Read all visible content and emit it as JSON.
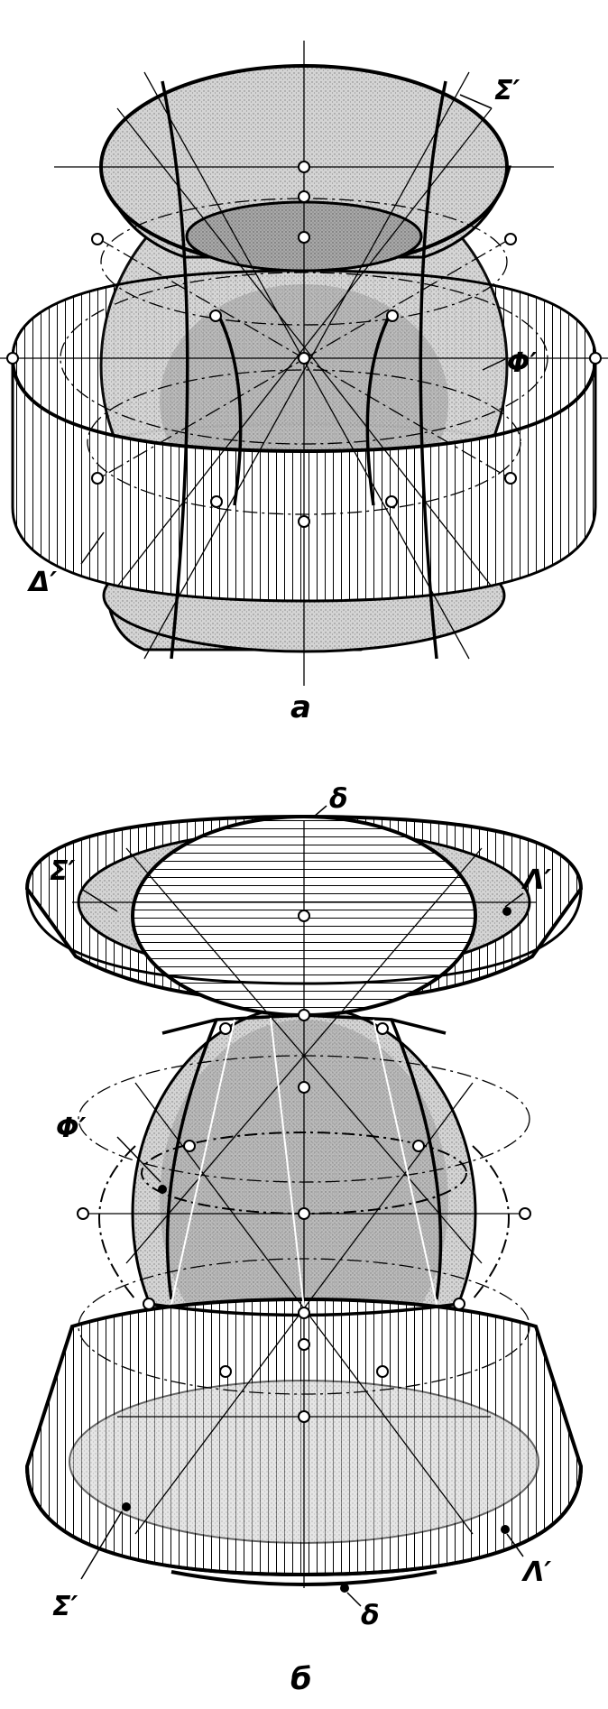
{
  "figure_a": {
    "caption": "а",
    "labels": {
      "sigma": "Σ′",
      "phi": "Φ′",
      "delta": "Δ′"
    }
  },
  "figure_b": {
    "caption": "б",
    "labels": {
      "delta_top": "δ",
      "sigma_top": "Σ′",
      "lambda_top": "Λ′",
      "phi": "Φ′",
      "sigma_bottom": "Σ′",
      "lambda_bottom": "Λ′",
      "delta_bottom": "δ"
    }
  }
}
